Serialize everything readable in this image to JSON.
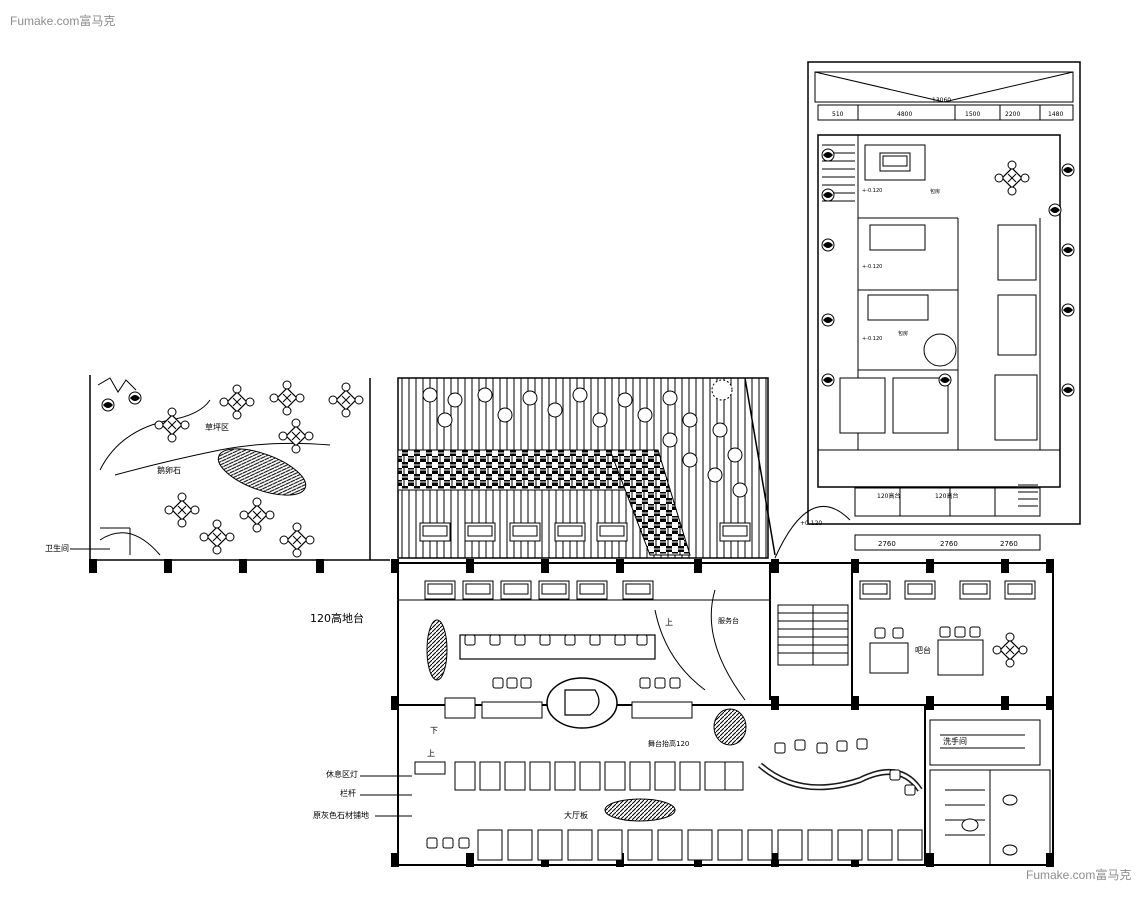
{
  "watermarks": {
    "top_left": "Fumake.com富马克",
    "bottom_right": "Fumake.com富马克"
  },
  "labels": {
    "toilet_left": "卫生间",
    "lawn_area": "草坪区",
    "pebble_path": "鹅卵石",
    "dining_120": "120高地台",
    "service_desk": "服务台",
    "bar": "吧台",
    "stage_120": "舞台抬高120",
    "restroom": "洗手间",
    "lobby": "大厅板",
    "lamp": "休息区灯",
    "railing": "栏杆",
    "wall_note": "原灰色石材铺地",
    "private_a": "包房",
    "private_b": "包房",
    "stair_up": "上",
    "stair_up_2": "上",
    "stair_down": "下"
  },
  "dimensions": {
    "top_total": "13060",
    "top_1": "510",
    "top_2": "4800",
    "top_3": "1500",
    "top_4": "2200",
    "top_5": "1480",
    "mid_1": "2760",
    "mid_2": "2760",
    "mid_3": "2760",
    "room_a": "120高台",
    "room_b": "120高台",
    "level_1": "+-0.120",
    "level_2": "+-0.120",
    "level_3": "+-0.120",
    "level_4": "+0.120"
  }
}
